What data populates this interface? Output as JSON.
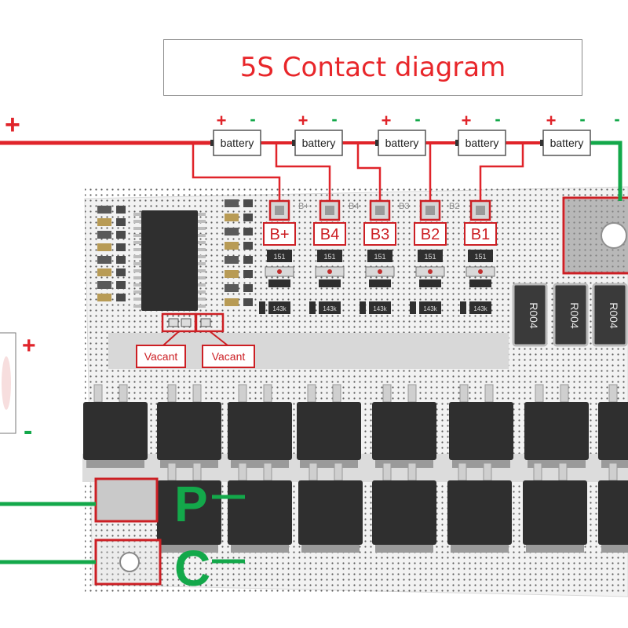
{
  "title": "5S Contact diagram",
  "colors": {
    "red_wire": "#e0242a",
    "green_wire": "#13a84a",
    "board": "#f2f2f2",
    "chip": "#2f2f2f",
    "label_box": "#cc1f24"
  },
  "battery": {
    "label": "battery",
    "plus": "+",
    "minus": "-"
  },
  "pack_terminals": {
    "positive": "+",
    "negative": "-"
  },
  "balance_labels": [
    "B+",
    "B4",
    "B3",
    "B2",
    "B1"
  ],
  "silkscreen": [
    "B+",
    "B4",
    "B3",
    "B2"
  ],
  "vacant_labels": [
    "Vacant",
    "Vacant"
  ],
  "resistor_marking": "R004",
  "small_marking": "151",
  "sot_marking": "143k",
  "output_labels": {
    "p": "P",
    "c": "C"
  }
}
